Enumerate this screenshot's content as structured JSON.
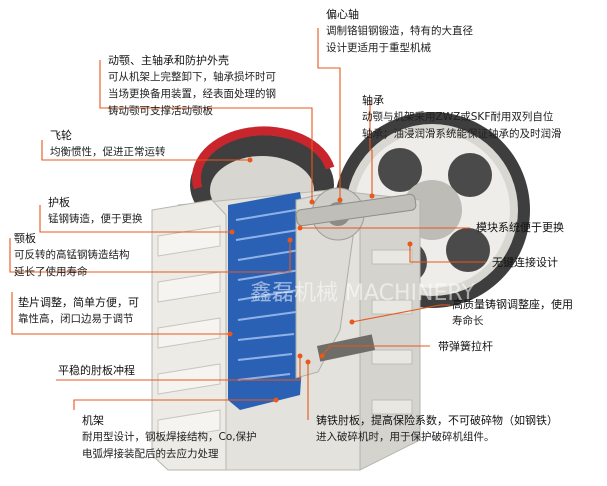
{
  "callouts": {
    "jaw_bearing": {
      "title": "动颚、主轴承和防护外壳",
      "body": [
        "可从机架上完整卸下，轴承损坏时可",
        "当场更换备用装置，经表面处理的钢",
        "铸动颚可支撑活动颚板"
      ]
    },
    "eccentric_shaft": {
      "title": "偏心轴",
      "body": [
        "调制铬钼钢锻造，特有的大直径",
        "设计更适用于重型机械"
      ]
    },
    "bearing": {
      "title": "轴承",
      "body": [
        "动颚与机架采用ZWZ或SKF耐用双列自位",
        "轴承；油浸润滑系统能保证轴承的及时润滑"
      ]
    },
    "flywheel": {
      "title": "飞轮",
      "body": [
        "均衡惯性，促进正常运转"
      ]
    },
    "guard_plate": {
      "title": "护板",
      "body": [
        "锰钢铸造，便于更换"
      ]
    },
    "jaw_plate": {
      "title": "颚板",
      "body": [
        "可反转的高锰钢铸造结构",
        "延长了使用寿命"
      ]
    },
    "module_system": {
      "title": "模块系统便于更换"
    },
    "keyless": {
      "title": "无键连接设计"
    },
    "shim": {
      "title": "垫片调整，简单方便，可",
      "body": [
        "靠性高，闭口边易于调节"
      ]
    },
    "adjust_seat": {
      "title": "高质量铸钢调整座，使用",
      "body": [
        "寿命长"
      ]
    },
    "spring_rod": {
      "title": "带弹簧拉杆"
    },
    "toggle_stroke": {
      "title": "平稳的肘板冲程"
    },
    "frame": {
      "title": "机架",
      "body": [
        "耐用型设计，钢板焊接结构，Co,保护",
        "电弧焊接装配后的去应力处理"
      ]
    },
    "toggle_plate": {
      "title": "铸铁肘板，提高保险系数，不可破碎物（如钢铁）",
      "body": [
        "进入破碎机时，用于保护破碎机组件。"
      ]
    }
  },
  "watermark": "鑫磊机械 MACHINERY",
  "colors": {
    "leader": "#e8571c",
    "flywheel_rim": "#c8262c",
    "flywheel_body": "#4a4a4a",
    "jaw_blue": "#2b61b5",
    "frame_light": "#ecebe6"
  }
}
